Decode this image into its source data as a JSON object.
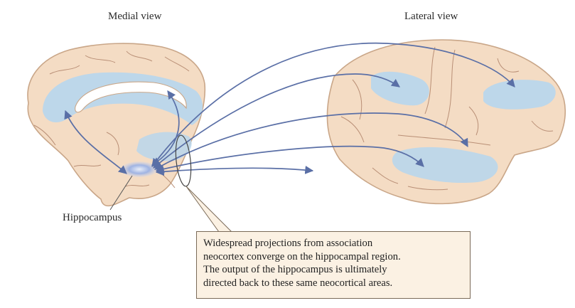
{
  "titles": {
    "medial": "Medial view",
    "lateral": "Lateral view"
  },
  "labels": {
    "hippocampus": "Hippocampus"
  },
  "callout": {
    "lines": [
      "Widespread projections from association",
      "neocortex converge on the hippocampal region.",
      "The output of the hippocampus is ultimately",
      "directed back to these same neocortical areas."
    ]
  },
  "colors": {
    "brain_fill": "#f4dcc4",
    "brain_outline": "#c9a688",
    "sulcus": "#b98f76",
    "highlight": "#b9d6ec",
    "arrow": "#5a6fa6",
    "hippocampus": "#8ea6de",
    "callout_fill": "#fbf1e3"
  }
}
